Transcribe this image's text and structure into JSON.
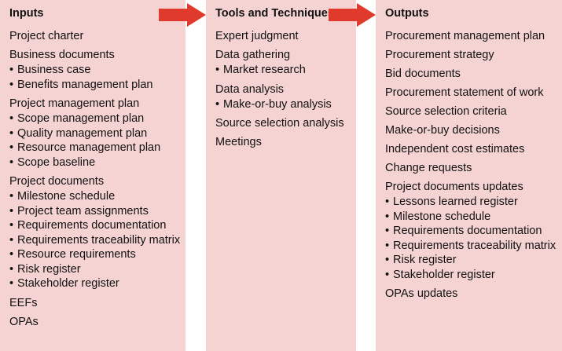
{
  "colors": {
    "panel": "#f5d3d2",
    "arrow": "#e03a2c",
    "text": "#111111"
  },
  "inputs": {
    "title": "Inputs",
    "items": [
      {
        "label": "Project charter",
        "sub": []
      },
      {
        "label": "Business documents",
        "sub": [
          "Business case",
          "Benefits management plan"
        ]
      },
      {
        "label": "Project management plan",
        "sub": [
          "Scope management plan",
          "Quality management plan",
          "Resource management plan",
          "Scope baseline"
        ]
      },
      {
        "label": "Project documents",
        "sub": [
          "Milestone schedule",
          "Project team assignments",
          "Requirements documentation",
          "Requirements traceability matrix",
          "Resource requirements",
          "Risk register",
          "Stakeholder register"
        ]
      },
      {
        "label": "EEFs",
        "sub": []
      },
      {
        "label": "OPAs",
        "sub": []
      }
    ]
  },
  "tools": {
    "title": "Tools and Techniques",
    "items": [
      {
        "label": "Expert judgment",
        "sub": []
      },
      {
        "label": "Data gathering",
        "sub": [
          "Market research"
        ]
      },
      {
        "label": "Data analysis",
        "sub": [
          "Make-or-buy analysis"
        ]
      },
      {
        "label": "Source selection analysis",
        "sub": []
      },
      {
        "label": "Meetings",
        "sub": []
      }
    ]
  },
  "outputs": {
    "title": "Outputs",
    "items": [
      {
        "label": "Procurement management plan",
        "sub": []
      },
      {
        "label": "Procurement strategy",
        "sub": []
      },
      {
        "label": "Bid documents",
        "sub": []
      },
      {
        "label": "Procurement statement of work",
        "sub": []
      },
      {
        "label": "Source selection criteria",
        "sub": []
      },
      {
        "label": "Make-or-buy decisions",
        "sub": []
      },
      {
        "label": "Independent cost estimates",
        "sub": []
      },
      {
        "label": "Change requests",
        "sub": []
      },
      {
        "label": "Project documents updates",
        "sub": [
          "Lessons learned register",
          "Milestone schedule",
          "Requirements documentation",
          "Requirements traceability matrix",
          "Risk register",
          "Stakeholder register"
        ]
      },
      {
        "label": "OPAs updates",
        "sub": []
      }
    ]
  }
}
